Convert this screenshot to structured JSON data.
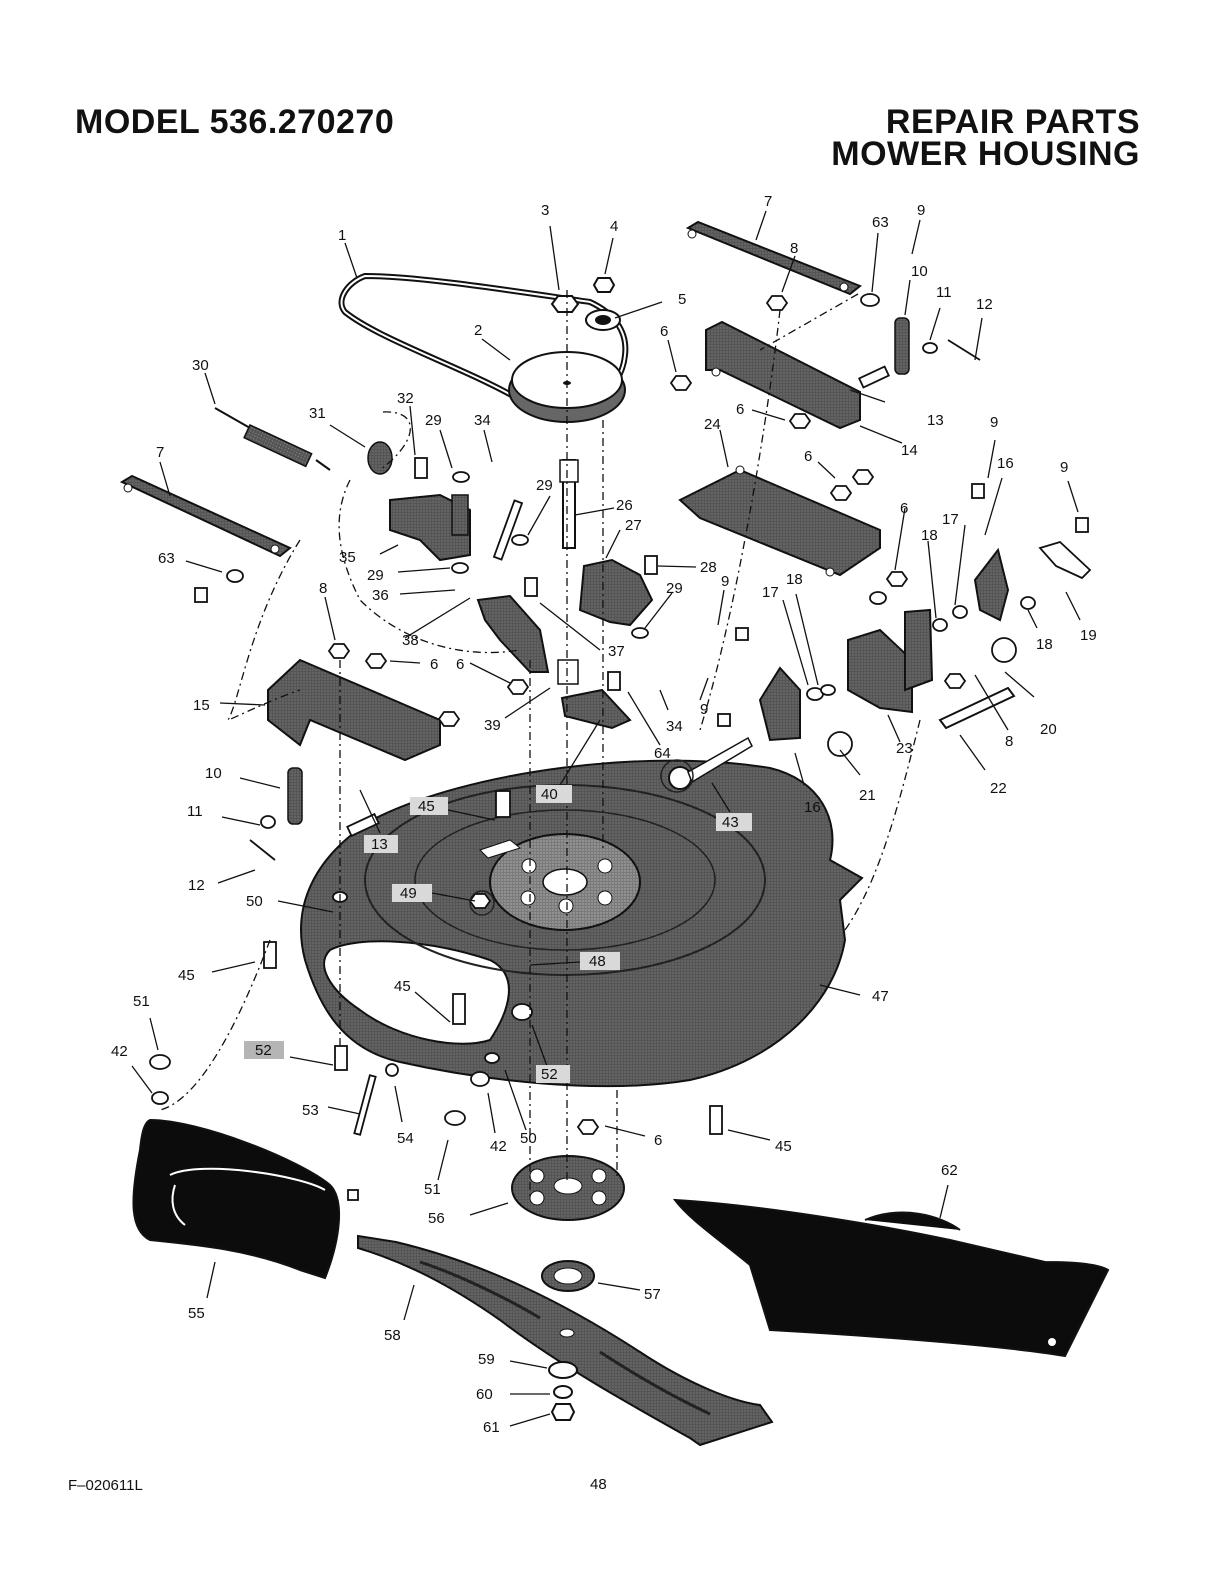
{
  "header": {
    "model": "MODEL 536.270270",
    "title_line1": "REPAIR PARTS",
    "title_line2": "MOWER HOUSING"
  },
  "footer": {
    "figure_code": "F–020611L",
    "page_number": "48"
  },
  "callouts": [
    {
      "id": "c1",
      "label": "1"
    },
    {
      "id": "c2",
      "label": "2"
    },
    {
      "id": "c3",
      "label": "3"
    },
    {
      "id": "c4",
      "label": "4"
    },
    {
      "id": "c5",
      "label": "5"
    },
    {
      "id": "c6a",
      "label": "6"
    },
    {
      "id": "c7a",
      "label": "7"
    },
    {
      "id": "c8a",
      "label": "8"
    },
    {
      "id": "c63a",
      "label": "63"
    },
    {
      "id": "c9a",
      "label": "9"
    },
    {
      "id": "c10a",
      "label": "10"
    },
    {
      "id": "c11a",
      "label": "11"
    },
    {
      "id": "c12a",
      "label": "12"
    },
    {
      "id": "c30",
      "label": "30"
    },
    {
      "id": "c31",
      "label": "31"
    },
    {
      "id": "c32",
      "label": "32"
    },
    {
      "id": "c29a",
      "label": "29"
    },
    {
      "id": "c34a",
      "label": "34"
    },
    {
      "id": "c24",
      "label": "24"
    },
    {
      "id": "c6b",
      "label": "6"
    },
    {
      "id": "c13a",
      "label": "13"
    },
    {
      "id": "c14",
      "label": "14"
    },
    {
      "id": "c9b",
      "label": "9"
    },
    {
      "id": "c7b",
      "label": "7"
    },
    {
      "id": "c6c",
      "label": "6"
    },
    {
      "id": "c16a",
      "label": "16"
    },
    {
      "id": "c9c",
      "label": "9"
    },
    {
      "id": "c29b",
      "label": "29"
    },
    {
      "id": "c26",
      "label": "26"
    },
    {
      "id": "c27",
      "label": "27"
    },
    {
      "id": "c6d",
      "label": "6"
    },
    {
      "id": "c17a",
      "label": "17"
    },
    {
      "id": "c18a",
      "label": "18"
    },
    {
      "id": "c63b",
      "label": "63"
    },
    {
      "id": "c35",
      "label": "35"
    },
    {
      "id": "c29c",
      "label": "29"
    },
    {
      "id": "c36",
      "label": "36"
    },
    {
      "id": "c28",
      "label": "28"
    },
    {
      "id": "c9d",
      "label": "9"
    },
    {
      "id": "c29d",
      "label": "29"
    },
    {
      "id": "c17b",
      "label": "17"
    },
    {
      "id": "c18b",
      "label": "18"
    },
    {
      "id": "c18c",
      "label": "18"
    },
    {
      "id": "c19",
      "label": "19"
    },
    {
      "id": "c8b",
      "label": "8"
    },
    {
      "id": "c38",
      "label": "38"
    },
    {
      "id": "c6e",
      "label": "6"
    },
    {
      "id": "c6f",
      "label": "6"
    },
    {
      "id": "c37",
      "label": "37"
    },
    {
      "id": "c9e",
      "label": "9"
    },
    {
      "id": "c20",
      "label": "20"
    },
    {
      "id": "c15",
      "label": "15"
    },
    {
      "id": "c39",
      "label": "39"
    },
    {
      "id": "c34b",
      "label": "34"
    },
    {
      "id": "c64",
      "label": "64"
    },
    {
      "id": "c8c",
      "label": "8"
    },
    {
      "id": "c23",
      "label": "23"
    },
    {
      "id": "c21",
      "label": "21"
    },
    {
      "id": "c22",
      "label": "22"
    },
    {
      "id": "c16b",
      "label": "16"
    },
    {
      "id": "c10b",
      "label": "10"
    },
    {
      "id": "c11b",
      "label": "11"
    },
    {
      "id": "c45a",
      "label": "45"
    },
    {
      "id": "c40",
      "label": "40"
    },
    {
      "id": "c43",
      "label": "43"
    },
    {
      "id": "c13b",
      "label": "13"
    },
    {
      "id": "c12b",
      "label": "12"
    },
    {
      "id": "c49",
      "label": "49"
    },
    {
      "id": "c50a",
      "label": "50"
    },
    {
      "id": "c45b",
      "label": "45"
    },
    {
      "id": "c48",
      "label": "48"
    },
    {
      "id": "c45c",
      "label": "45"
    },
    {
      "id": "c47",
      "label": "47"
    },
    {
      "id": "c51a",
      "label": "51"
    },
    {
      "id": "c42a",
      "label": "42"
    },
    {
      "id": "c52a",
      "label": "52"
    },
    {
      "id": "c52b",
      "label": "52"
    },
    {
      "id": "c53",
      "label": "53"
    },
    {
      "id": "c54",
      "label": "54"
    },
    {
      "id": "c42b",
      "label": "42"
    },
    {
      "id": "c50b",
      "label": "50"
    },
    {
      "id": "c6g",
      "label": "6"
    },
    {
      "id": "c45d",
      "label": "45"
    },
    {
      "id": "c51b",
      "label": "51"
    },
    {
      "id": "c62",
      "label": "62"
    },
    {
      "id": "c56",
      "label": "56"
    },
    {
      "id": "c55",
      "label": "55"
    },
    {
      "id": "c57",
      "label": "57"
    },
    {
      "id": "c58",
      "label": "58"
    },
    {
      "id": "c59",
      "label": "59"
    },
    {
      "id": "c60",
      "label": "60"
    },
    {
      "id": "c61",
      "label": "61"
    }
  ]
}
